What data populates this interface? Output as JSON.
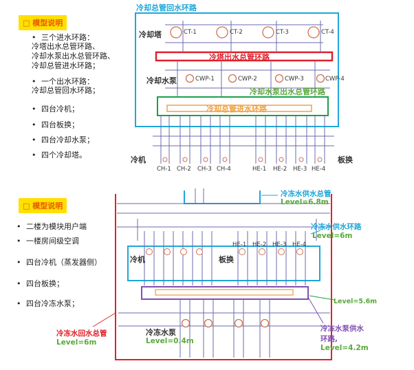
{
  "top": {
    "badge": "模型说明",
    "bullets": [
      "三个进水环路：",
      "冷塔出水总管环路、",
      "冷却水泵出水总管环路、",
      "冷却总管进水环路；",
      "一个出水环路：",
      "冷却总管回水环路；",
      "四台冷机；",
      "四台板换；",
      "四台冷却水泵；",
      "四个冷却塔。"
    ],
    "loop_title": "冷却总管回水环路",
    "tower_label": "冷却塔",
    "towers": [
      "CT-1",
      "CT-2",
      "CT-3",
      "CT-4"
    ],
    "tower_outlet_header": "冷塔出水总管环路",
    "pump_label": "冷却水泵",
    "pumps": [
      "CWP-1",
      "CWP-2",
      "CWP-3",
      "CWP-4"
    ],
    "pump_header": "冷却水泵出水总管环路",
    "inlet_header": "冷却总管进水环路",
    "chiller_label": "冷机",
    "chillers": [
      "CH-1",
      "CH-2",
      "CH-3",
      "CH-4"
    ],
    "hx": [
      "HE-1",
      "HE-2",
      "HE-3",
      "HE-4"
    ],
    "hx_label": "板换"
  },
  "bottom": {
    "badge": "模型说明",
    "bullets": [
      "二楼为模块用户端",
      "一楼房间级空调",
      "四台冷机（蒸发器侧）",
      "四台板换；",
      "四台冷冻水泵；"
    ],
    "supply_main": "冷冻水供水总管",
    "supply_main_level": "Level=6.8m",
    "supply_loop": "冷冻水供水环路",
    "supply_loop_level": "Level=6m",
    "hx": [
      "HE-1",
      "HE-2",
      "HE-3",
      "HE-4"
    ],
    "chiller_label": "冷机",
    "hx_label": "板换",
    "level_56": "Level=5.6m",
    "pump_label": "冷冻水泵",
    "pump_level": "Level=0.4m",
    "return_main": "冷冻水回水总管",
    "return_level": "Level=6m",
    "pump_supply_loop_1": "冷冻水泵供水",
    "pump_supply_loop_2": "环路,",
    "pump_supply_level": "Level=4.2m"
  },
  "colors": {
    "blue": "#1ea6d8",
    "red": "#e0202a",
    "green": "#1aa04a",
    "orange": "#f0a040",
    "purple": "#7f4fb0",
    "yellow": "#ffe000"
  }
}
